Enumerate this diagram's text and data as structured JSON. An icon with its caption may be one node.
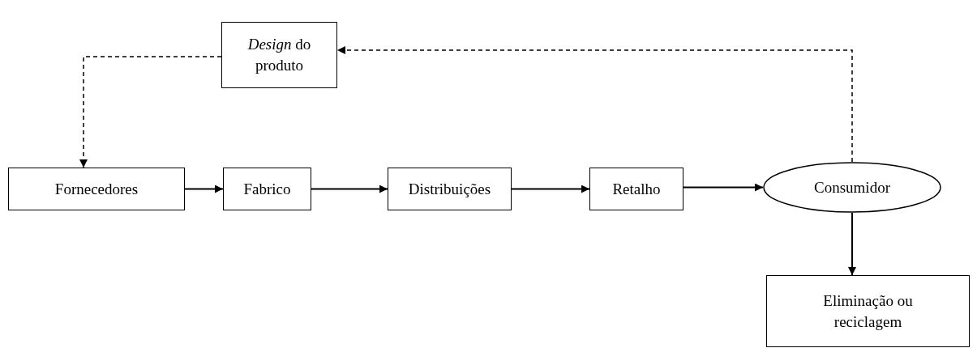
{
  "diagram": {
    "nodes": [
      {
        "text": [
          "*Design* do produto"
        ]
      },
      {
        "text": [
          "Fornecedores"
        ]
      },
      {
        "text": [
          "Fabrico"
        ]
      },
      {
        "text": [
          "Distribuições"
        ]
      },
      {
        "text": [
          "Retalho"
        ]
      },
      {
        "text": [
          "Consumidor"
        ]
      },
      {
        "text": [
          "Eliminação ou reciclagem"
        ]
      }
    ],
    "edges": [
      {
        "from": 0,
        "to": 1,
        "arrow": "to",
        "style": "dashed"
      },
      {
        "from": 5,
        "to": 0,
        "arrow": "to",
        "style": "dashed"
      },
      {
        "from": 1,
        "to": 2,
        "arrow": "to"
      },
      {
        "from": 2,
        "to": 3,
        "arrow": "to"
      },
      {
        "from": 3,
        "to": 4,
        "arrow": "to"
      },
      {
        "from": 4,
        "to": 5,
        "arrow": "to"
      },
      {
        "from": 5,
        "to": 6,
        "arrow": "to"
      }
    ]
  }
}
